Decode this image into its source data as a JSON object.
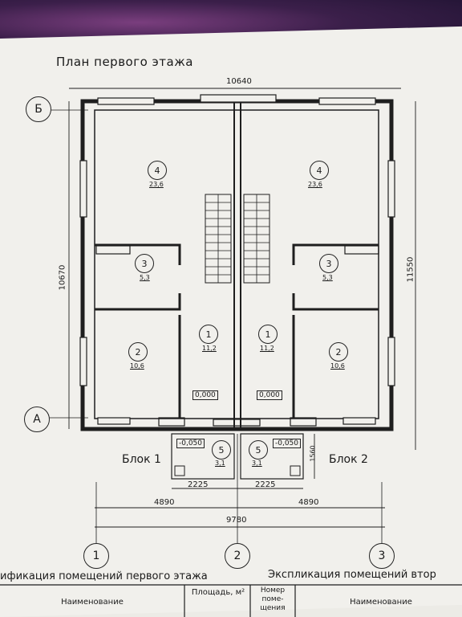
{
  "title": "План первого этажа",
  "dimensions": {
    "top": "10640",
    "left": "10670",
    "right": "11550",
    "porch_right": "1560",
    "porch_left_w": "2225",
    "porch_right_w": "2225",
    "half_left": "4890",
    "half_right": "4890",
    "total": "9780"
  },
  "axes": {
    "b": "Б",
    "a": "А",
    "one": "1",
    "two": "2",
    "three": "3"
  },
  "blocks": {
    "left": "Блок 1",
    "right": "Блок 2"
  },
  "levels": {
    "floor_left": "0,000",
    "floor_right": "0,000",
    "porch_left": "-0,050",
    "porch_right": "-0,050"
  },
  "rooms": {
    "left": [
      {
        "num": "4",
        "area": "23,6"
      },
      {
        "num": "3",
        "area": "5,3"
      },
      {
        "num": "2",
        "area": "10,6"
      },
      {
        "num": "1",
        "area": "11,2"
      },
      {
        "num": "5",
        "area": "3,1"
      }
    ],
    "right": [
      {
        "num": "4",
        "area": "23,6"
      },
      {
        "num": "3",
        "area": "5,3"
      },
      {
        "num": "2",
        "area": "10,6"
      },
      {
        "num": "1",
        "area": "11,2"
      },
      {
        "num": "5",
        "area": "3,1"
      }
    ]
  },
  "explication": {
    "left_title": "ификация помещений первого этажа",
    "right_title": "Экспликация помещений втор",
    "headers": [
      "Наименование",
      "Площадь, м²",
      "Номер поме- щения",
      "Наименование"
    ]
  }
}
